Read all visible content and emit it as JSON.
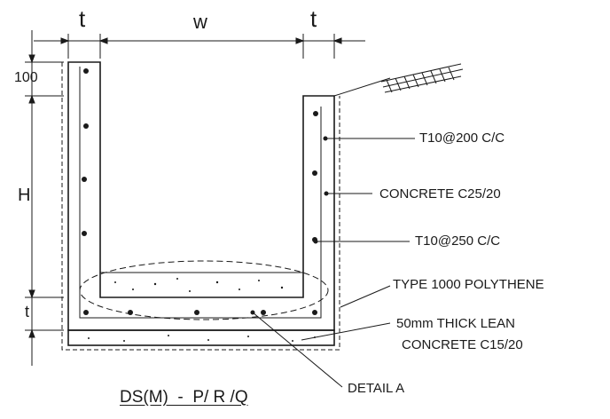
{
  "dimensions": {
    "t_left": "t",
    "w": "w",
    "t_right": "t",
    "top_100": "100",
    "H": "H",
    "t_bottom": "t"
  },
  "callouts": {
    "rebar_top": "T10@200 C/C",
    "concrete": "CONCRETE C25/20",
    "rebar_bottom": "T10@250 C/C",
    "membrane": "TYPE 1000 POLYTHENE",
    "lean_concrete_line1": "50mm THICK LEAN",
    "lean_concrete_line2": "CONCRETE C15/20",
    "detail": "DETAIL A"
  },
  "title": "DS(M)  -  P/ R /Q"
}
